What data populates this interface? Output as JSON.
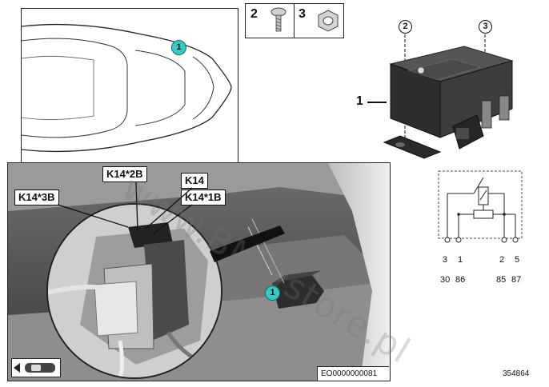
{
  "callouts": {
    "car_marker": "1",
    "photo_marker": "1",
    "part_screw": "2",
    "part_nut": "3",
    "relay_main": "1",
    "relay_circle_left": "2",
    "relay_circle_right": "3"
  },
  "connector_labels": {
    "k14_2b": "K14*2B",
    "k14": "K14",
    "k14_3b": "K14*3B",
    "k14_1b": "K14*1B"
  },
  "schematic": {
    "pin_numbers": [
      "3",
      "1",
      "2",
      "5"
    ],
    "terminal_numbers": [
      "30",
      "86",
      "85",
      "87"
    ]
  },
  "codes": {
    "photo_code": "EO0000000081",
    "diagram_number": "354864"
  },
  "watermark": "www.BMWstore.pl",
  "colors": {
    "marker_fill": "#39c8c4",
    "panel_border": "#222222",
    "relay_body": "#3a3a3a"
  }
}
